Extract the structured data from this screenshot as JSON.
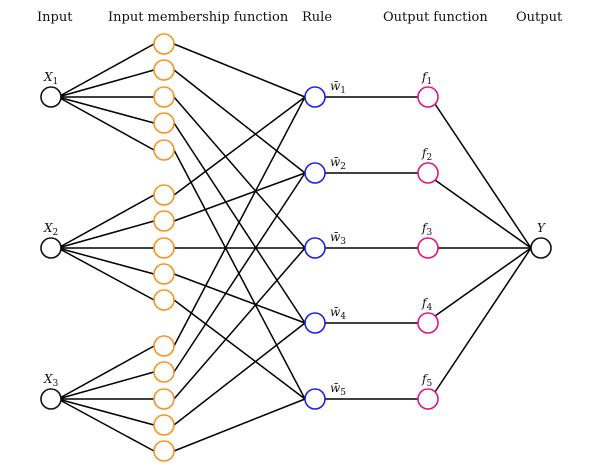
{
  "headers": {
    "input": "Input",
    "membership": "Input membership function",
    "rule": "Rule",
    "output_function": "Output function",
    "output": "Output"
  },
  "colors": {
    "input": "#111111",
    "membership": "#f7931e",
    "rule": "#1f1fe6",
    "output_function": "#e6137f",
    "output": "#111111",
    "edge": "#000000"
  },
  "inputs": [
    {
      "id": "X1",
      "label": "X",
      "sub": "1"
    },
    {
      "id": "X2",
      "label": "X",
      "sub": "2"
    },
    {
      "id": "X3",
      "label": "X",
      "sub": "3"
    }
  ],
  "membership_per_input": 5,
  "rules": [
    {
      "id": "w1",
      "label": "w̄",
      "sub": "1"
    },
    {
      "id": "w2",
      "label": "w̄",
      "sub": "2"
    },
    {
      "id": "w3",
      "label": "w̄",
      "sub": "3"
    },
    {
      "id": "w4",
      "label": "w̄",
      "sub": "4"
    },
    {
      "id": "w5",
      "label": "w̄",
      "sub": "5"
    }
  ],
  "output_functions": [
    {
      "id": "f1",
      "label": "f",
      "sub": "1"
    },
    {
      "id": "f2",
      "label": "f",
      "sub": "2"
    },
    {
      "id": "f3",
      "label": "f",
      "sub": "3"
    },
    {
      "id": "f4",
      "label": "f",
      "sub": "4"
    },
    {
      "id": "f5",
      "label": "f",
      "sub": "5"
    }
  ],
  "output": {
    "id": "Y",
    "label": "Y"
  },
  "connections": {
    "membership_to_rule": "membership k of every input connects to rule k"
  }
}
